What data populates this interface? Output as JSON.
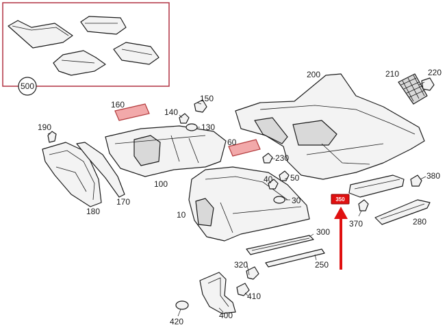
{
  "labels": {
    "l10": "10",
    "l30": "30",
    "l40": "40",
    "l50": "50",
    "l60": "60",
    "l100": "100",
    "l130": "130",
    "l140": "140",
    "l150": "150",
    "l160": "160",
    "l170": "170",
    "l180": "180",
    "l190": "190",
    "l200": "200",
    "l210": "210",
    "l220": "220",
    "l230": "230",
    "l250": "250",
    "l280": "280",
    "l300": "300",
    "l320": "320",
    "l370": "370",
    "l380": "380",
    "l400": "400",
    "l410": "410",
    "l420": "420",
    "l500": "500"
  },
  "callout": {
    "label": "350"
  },
  "colors": {
    "accent": "#e01010",
    "frame": "#b03040",
    "pad": "#f2a9aa"
  }
}
